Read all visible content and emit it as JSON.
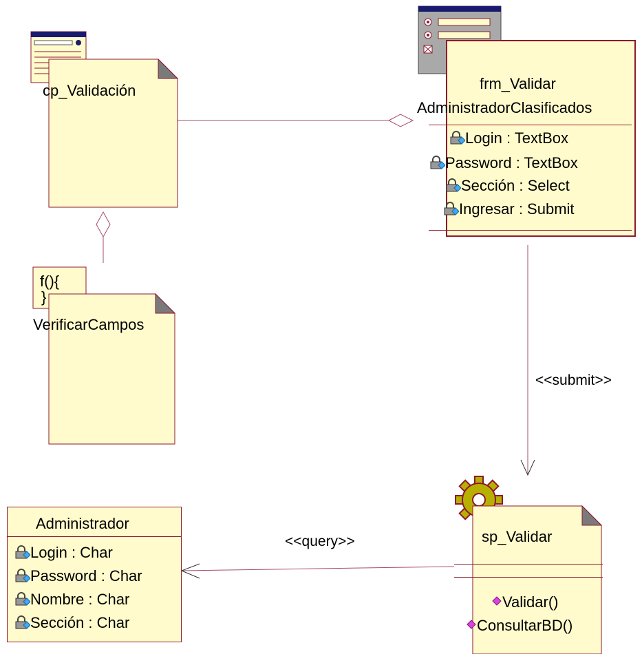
{
  "colors": {
    "border": "#8b1a2f",
    "fill": "#fffbcc",
    "line": "#a64d6b",
    "text": "#000000"
  },
  "cp_validacion": {
    "name": "cp_Validación"
  },
  "verificar": {
    "code": "f(){\n}",
    "name": "VerificarCampos"
  },
  "frm": {
    "name1": "frm_Validar",
    "name2": "AdministradorClasificados",
    "attrs": [
      "Login : TextBox",
      "Password : TextBox",
      "Sección : Select",
      "Ingresar : Submit"
    ]
  },
  "sp": {
    "name": "sp_Validar",
    "ops": [
      "Validar()",
      "ConsultarBD()"
    ]
  },
  "admin": {
    "name": "Administrador",
    "attrs": [
      "Login : Char",
      "Password : Char",
      "Nombre : Char",
      "Sección : Char"
    ]
  },
  "labels": {
    "submit": "<<submit>>",
    "query": "<<query>>"
  },
  "icons": [
    "server-page-icon",
    "client-form-icon",
    "script-icon",
    "stored-procedure-gear-icon",
    "private-attribute-lock-icon",
    "operation-diamond-icon"
  ]
}
